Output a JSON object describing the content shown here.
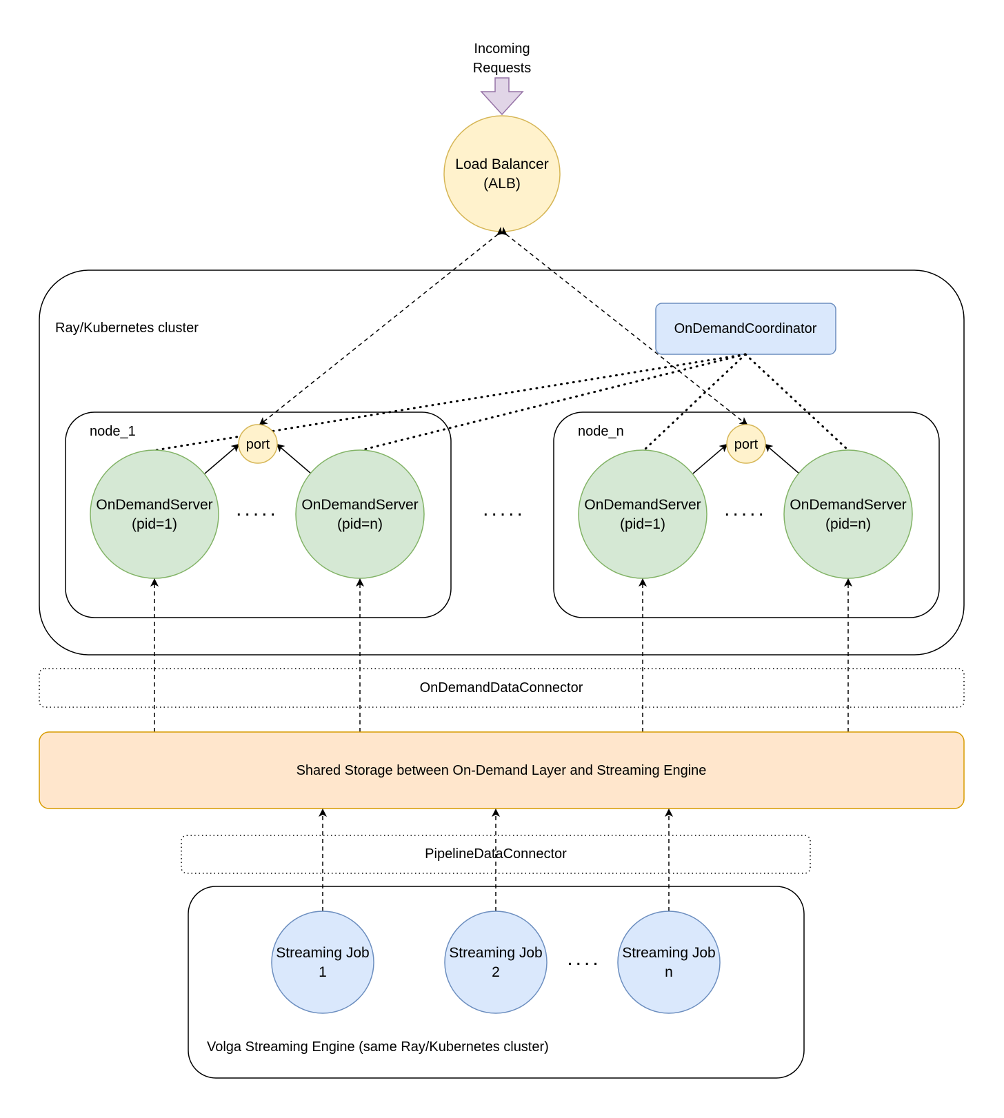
{
  "incoming": {
    "line1": "Incoming",
    "line2": "Requests"
  },
  "load_balancer": {
    "line1": "Load Balancer",
    "line2": "(ALB)"
  },
  "cluster": {
    "label": "Ray/Kubernetes cluster"
  },
  "coordinator": {
    "label": "OnDemandCoordinator"
  },
  "nodes": [
    {
      "label": "node_1",
      "port": "port",
      "servers": [
        {
          "line1": "OnDemandServer",
          "line2": "(pid=1)"
        },
        {
          "line1": "OnDemandServer",
          "line2": "(pid=n)"
        }
      ]
    },
    {
      "label": "node_n",
      "port": "port",
      "servers": [
        {
          "line1": "OnDemandServer",
          "line2": "(pid=1)"
        },
        {
          "line1": "OnDemandServer",
          "line2": "(pid=n)"
        }
      ]
    }
  ],
  "ellipsis": ".....",
  "ellipsis_short": "....",
  "ondemand_connector": {
    "label": "OnDemandDataConnector"
  },
  "shared_storage": {
    "label": "Shared Storage between On-Demand Layer and Streaming Engine"
  },
  "pipeline_connector": {
    "label": "PipelineDataConnector"
  },
  "streaming_engine": {
    "label": "Volga Streaming Engine (same Ray/Kubernetes cluster)",
    "jobs": [
      {
        "line1": "Streaming Job",
        "line2": "1"
      },
      {
        "line1": "Streaming Job",
        "line2": "2"
      },
      {
        "line1": "Streaming Job",
        "line2": "n"
      }
    ]
  },
  "colors": {
    "yellow_fill": "#fff2cc",
    "yellow_stroke": "#d6b656",
    "green_fill": "#d5e8d4",
    "green_stroke": "#82b366",
    "blue_fill": "#dae8fc",
    "blue_stroke": "#6c8ebf",
    "orange_fill": "#ffe6cc",
    "orange_stroke": "#d79b00",
    "purple_fill": "#e1d5e7",
    "purple_stroke": "#9673a6"
  }
}
